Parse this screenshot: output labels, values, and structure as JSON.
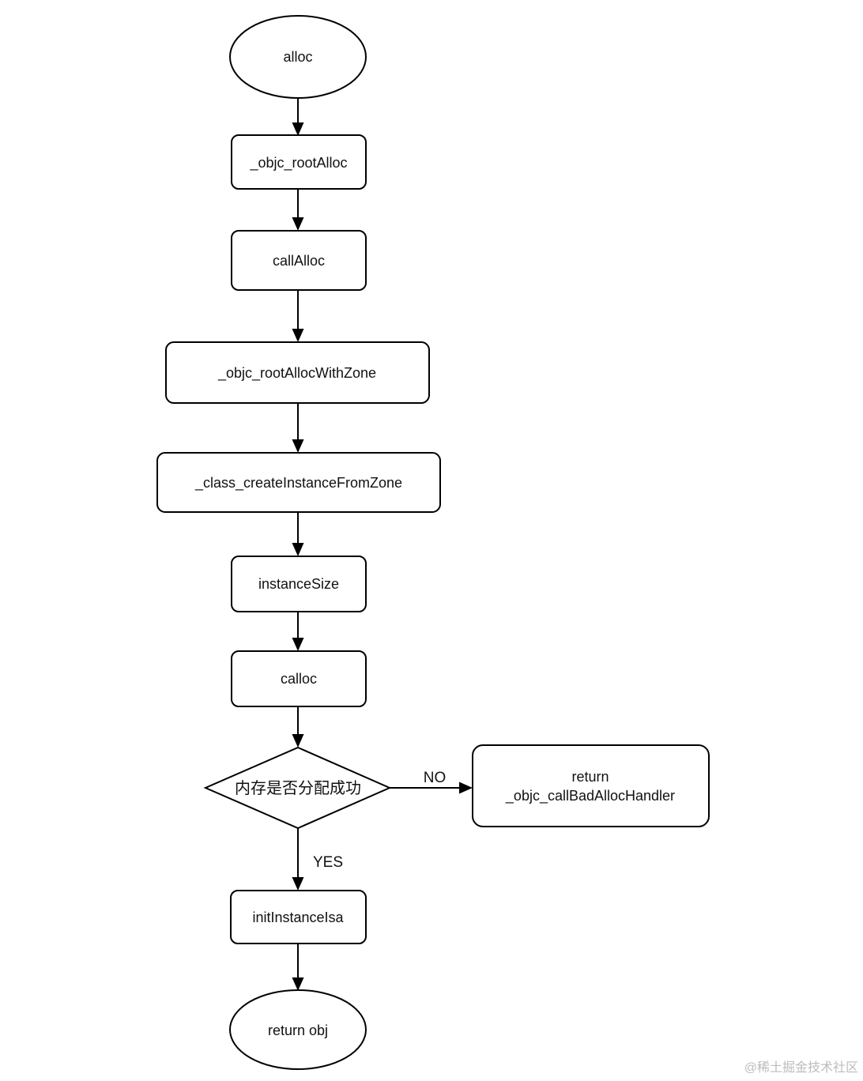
{
  "diagram": {
    "type": "flowchart",
    "topic": "Objective-C alloc flow",
    "nodes": {
      "alloc": {
        "shape": "ellipse",
        "label": "alloc"
      },
      "objc_root_alloc": {
        "shape": "rect",
        "label": "_objc_rootAlloc"
      },
      "call_alloc": {
        "shape": "rect",
        "label": "callAlloc"
      },
      "objc_root_alloc_with_zone": {
        "shape": "rect",
        "label": "_objc_rootAllocWithZone"
      },
      "class_create_instance_from_zone": {
        "shape": "rect",
        "label": "_class_createInstanceFromZone"
      },
      "instance_size": {
        "shape": "rect",
        "label": "instanceSize"
      },
      "calloc": {
        "shape": "rect",
        "label": "calloc"
      },
      "memory_check": {
        "shape": "diamond",
        "label": "内存是否分配成功"
      },
      "bad_alloc_handler": {
        "shape": "rect",
        "label_line1": "return",
        "label_line2": "_objc_callBadAllocHandler"
      },
      "init_instance_isa": {
        "shape": "rect",
        "label": "initInstanceIsa"
      },
      "return_obj": {
        "shape": "ellipse",
        "label": "return obj"
      }
    },
    "edge_labels": {
      "no": "NO",
      "yes": "YES"
    },
    "colors": {
      "stroke": "#000000",
      "node_fill": "#ffffff",
      "background": "#ffffff",
      "watermark": "#bcbcbc"
    }
  },
  "watermark": "@稀土掘金技术社区"
}
